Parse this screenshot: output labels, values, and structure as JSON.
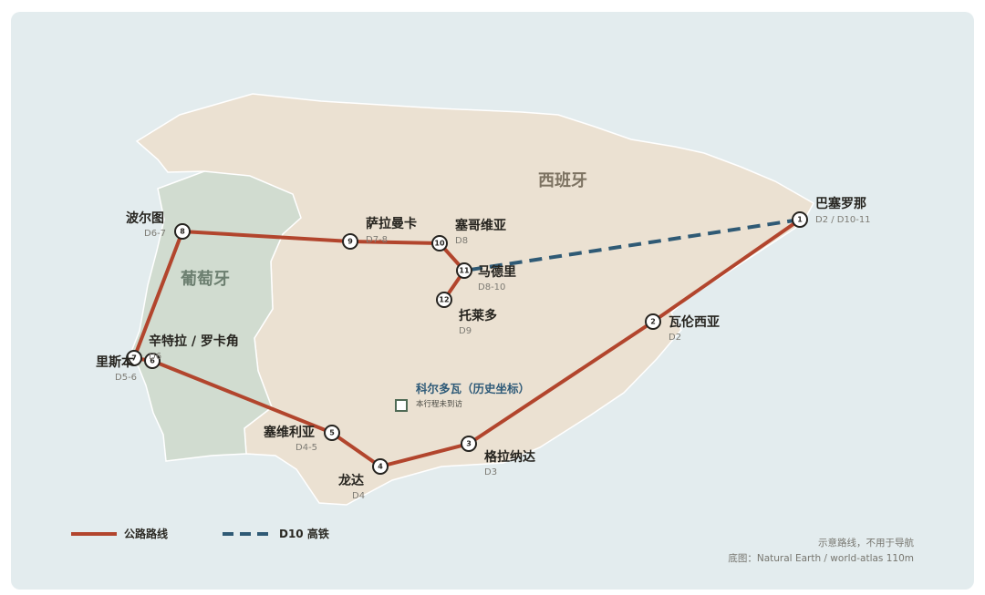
{
  "colors": {
    "road": "#b2452d",
    "rail": "#2f5a75",
    "spain_land": "#ebe1d2",
    "portugal_land": "#d1dcd0",
    "sea": "#e3ecee"
  },
  "countries": {
    "spain": "西班牙",
    "portugal": "葡萄牙"
  },
  "stops": [
    {
      "num": "1",
      "name": "巴塞罗那",
      "days": "D2 / D10-11"
    },
    {
      "num": "2",
      "name": "瓦伦西亚",
      "days": "D2"
    },
    {
      "num": "3",
      "name": "格拉纳达",
      "days": "D3"
    },
    {
      "num": "4",
      "name": "龙达",
      "days": "D4"
    },
    {
      "num": "5",
      "name": "塞维利亚",
      "days": "D4-5"
    },
    {
      "num": "6",
      "name": "辛特拉 / 罗卡角",
      "days": "D6"
    },
    {
      "num": "7",
      "name": "里斯本",
      "days": "D5-6"
    },
    {
      "num": "8",
      "name": "波尔图",
      "days": "D6-7"
    },
    {
      "num": "9",
      "name": "萨拉曼卡",
      "days": "D7-8"
    },
    {
      "num": "10",
      "name": "塞哥维亚",
      "days": "D8"
    },
    {
      "num": "11",
      "name": "马德里",
      "days": "D8-10"
    },
    {
      "num": "12",
      "name": "托莱多",
      "days": "D9"
    }
  ],
  "historical": {
    "name": "科尔多瓦（历史坐标）",
    "note": "本行程未到访"
  },
  "legend": {
    "road": "公路路线",
    "rail": "D10 高铁"
  },
  "notes": {
    "disclaimer": "示意路线，不用于导航",
    "source": "底图：Natural Earth / world-atlas 110m"
  }
}
